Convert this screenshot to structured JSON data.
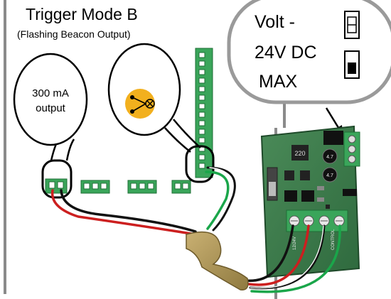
{
  "title": "Trigger Mode B",
  "subtitle": "(Flashing Beacon Output)",
  "callout_output": {
    "line1": "300 mA",
    "line2": "output"
  },
  "callout_beacon": {
    "icon": "lamp-icon"
  },
  "callout_voltage": {
    "line1": "Volt -",
    "line2": "24V DC",
    "line3": "MAX"
  },
  "pcb": {
    "chip_label": "220",
    "cap_label": "4.7",
    "terminal_labels": [
      "12/24V",
      "CONTROL"
    ]
  },
  "colors": {
    "terminal_green": "#2aa84a",
    "pcb_green": "#3d7a4b",
    "wire_red": "#cc1f1f",
    "wire_green": "#1aa64a",
    "wire_black": "#111111",
    "sleeve": "#b49a5a",
    "beacon_yellow": "#f2b01e"
  }
}
